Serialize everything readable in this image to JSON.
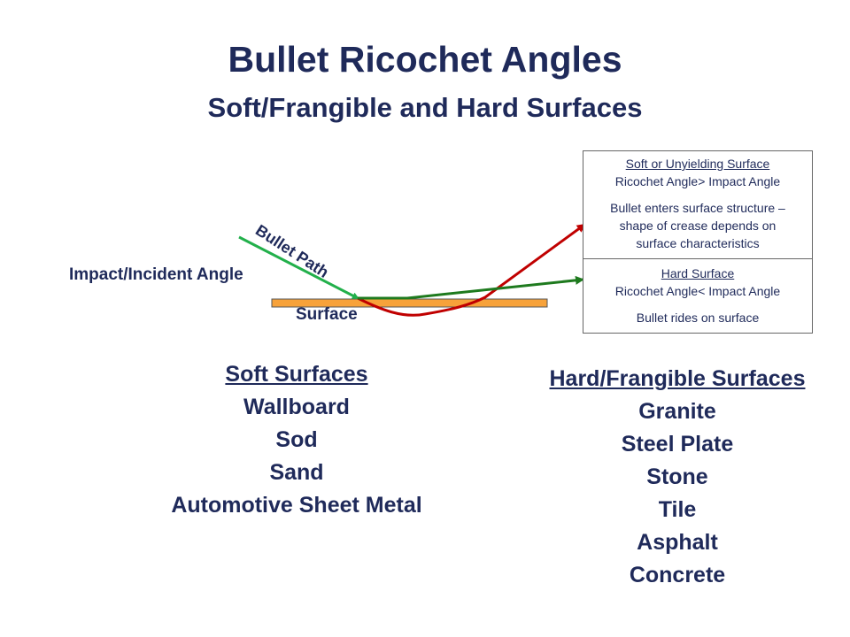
{
  "title": "Bullet Ricochet Angles",
  "subtitle": "Soft/Frangible and Hard Surfaces",
  "diagram": {
    "impact_label": "Impact/Incident Angle",
    "bullet_path_label": "Bullet Path",
    "surface_label": "Surface",
    "colors": {
      "incoming": "#22b04b",
      "soft_ricochet": "#c00000",
      "hard_ricochet": "#1e7a1e",
      "surface_fill": "#f7a23a",
      "surface_stroke": "#555555",
      "text": "#1f2a5a"
    }
  },
  "info_box": {
    "soft_heading": "Soft or Unyielding Surface",
    "soft_rule": "Ricochet Angle> Impact Angle",
    "soft_desc_1": "Bullet enters surface structure –",
    "soft_desc_2": "shape of crease depends on",
    "soft_desc_3": "surface characteristics",
    "hard_heading": "Hard Surface",
    "hard_rule": "Ricochet Angle< Impact Angle",
    "hard_desc": "Bullet rides on surface"
  },
  "soft_surfaces": {
    "heading": "Soft Surfaces",
    "items": [
      "Wallboard",
      "Sod",
      "Sand",
      "Automotive Sheet Metal"
    ]
  },
  "hard_surfaces": {
    "heading": "Hard/Frangible Surfaces",
    "items": [
      "Granite",
      "Steel Plate",
      "Stone",
      "Tile",
      "Asphalt",
      "Concrete"
    ]
  }
}
